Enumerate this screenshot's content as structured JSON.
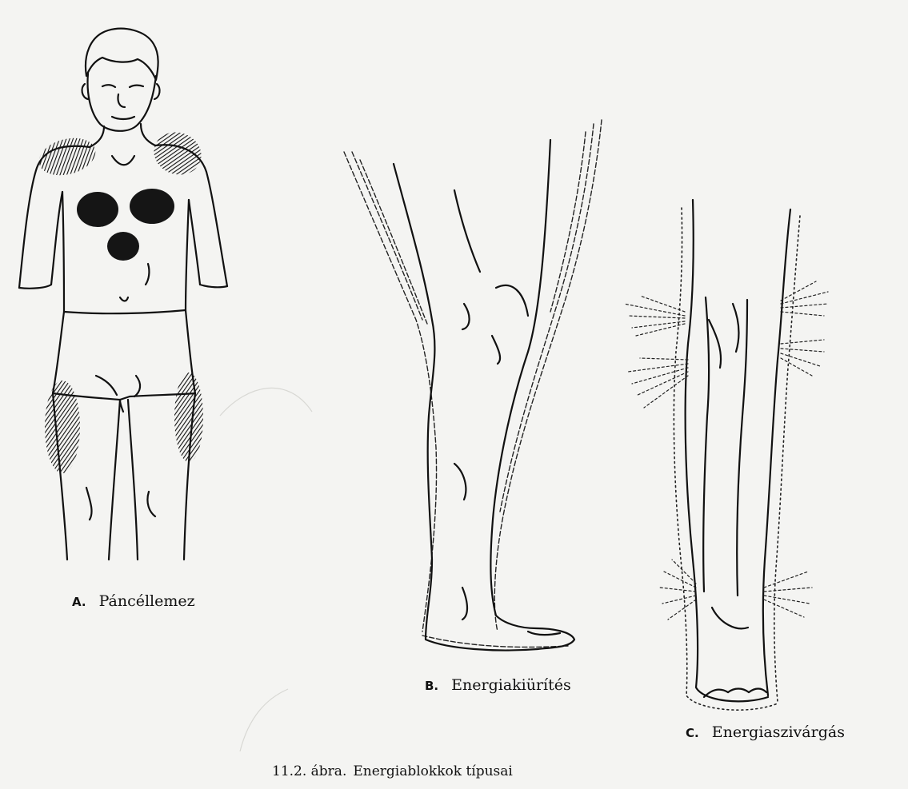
{
  "figures": {
    "a": {
      "letter": "A.",
      "name": "Páncéllemez"
    },
    "b": {
      "letter": "B.",
      "name": "Energiakiürítés"
    },
    "c": {
      "letter": "C.",
      "name": "Energiaszivárgás"
    }
  },
  "caption": {
    "number": "11.2. ábra.",
    "title": "Energiablokkok típusai"
  },
  "colors": {
    "paper": "#f4f4f2",
    "ink": "#111111"
  }
}
